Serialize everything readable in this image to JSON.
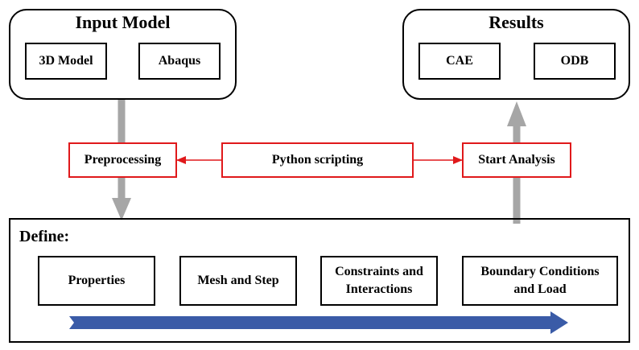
{
  "input_model": {
    "title": "Input Model",
    "model_3d": "3D Model",
    "abaqus": "Abaqus"
  },
  "results": {
    "title": "Results",
    "cae": "CAE",
    "odb": "ODB"
  },
  "process": {
    "preprocessing": "Preprocessing",
    "python": "Python scripting",
    "start": "Start Analysis"
  },
  "define": {
    "title": "Define:",
    "properties": "Properties",
    "mesh_step": "Mesh and Step",
    "constraints": [
      "Constraints and",
      "Interactions"
    ],
    "boundary": [
      "Boundary Conditions",
      "and Load"
    ]
  },
  "colors": {
    "red": "#e0191b",
    "gray_arrow": "#a6a6a6",
    "blue_arrow": "#3a5ba7"
  }
}
